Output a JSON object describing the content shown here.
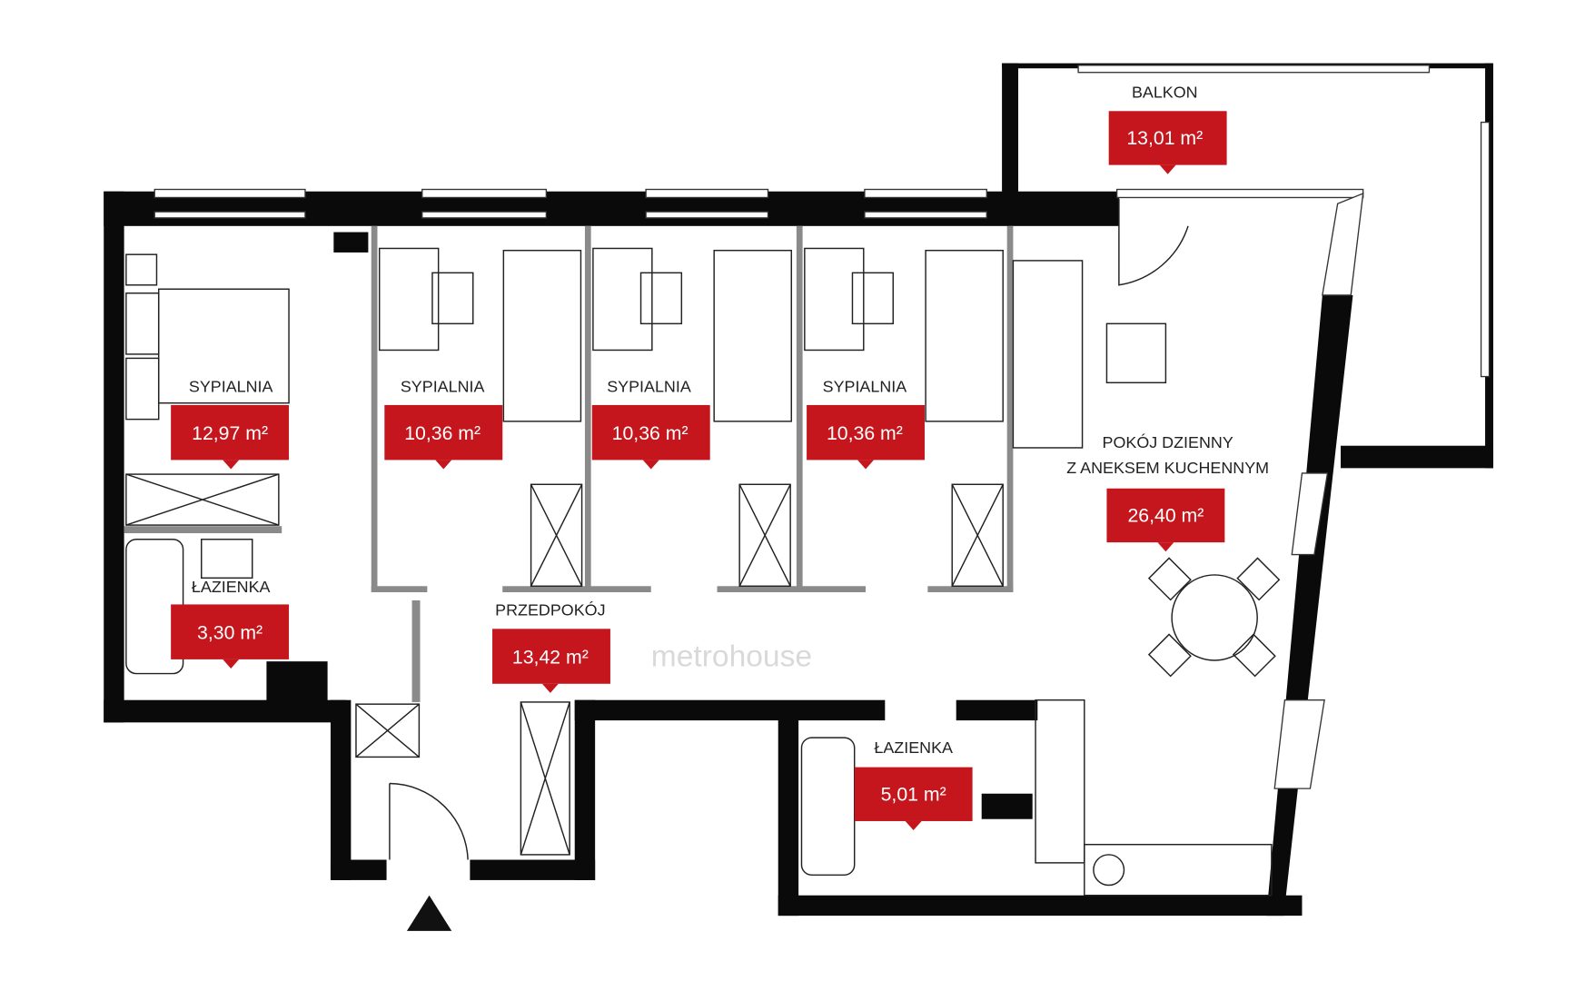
{
  "rooms": {
    "balcony": {
      "label": "BALKON",
      "area": "13,01 m²"
    },
    "bedroom1": {
      "label": "SYPIALNIA",
      "area": "12,97 m²"
    },
    "bedroom2": {
      "label": "SYPIALNIA",
      "area": "10,36 m²"
    },
    "bedroom3": {
      "label": "SYPIALNIA",
      "area": "10,36 m²"
    },
    "bedroom4": {
      "label": "SYPIALNIA",
      "area": "10,36 m²"
    },
    "living": {
      "label_line1": "POKÓJ DZIENNY",
      "label_line2": "Z ANEKSEM KUCHENNYM",
      "area": "26,40 m²"
    },
    "bathroom1": {
      "label": "ŁAZIENKA",
      "area": "3,30 m²"
    },
    "hall": {
      "label": "PRZEDPOKÓJ",
      "area": "13,42 m²"
    },
    "bathroom2": {
      "label": "ŁAZIENKA",
      "area": "5,01 m²"
    }
  },
  "watermark": "metrohouse",
  "colors": {
    "area_badge": "#c4161c",
    "wall": "#0a0a0a"
  }
}
